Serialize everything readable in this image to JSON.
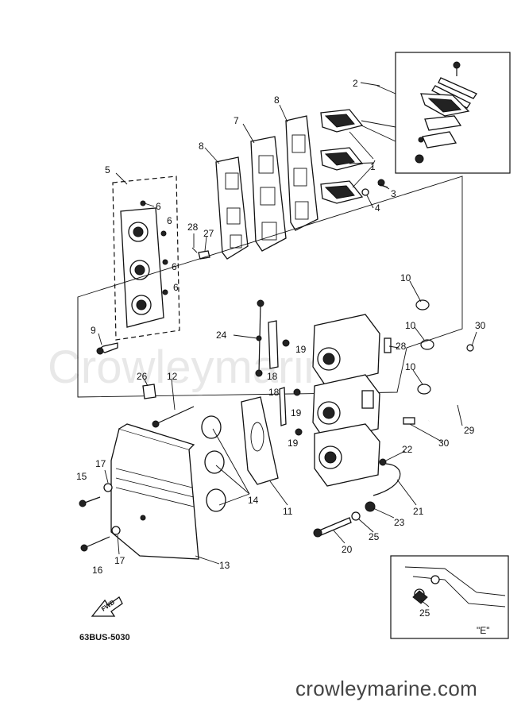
{
  "diagram": {
    "watermark": "Crowleymarine",
    "drawing_code": "63BUS-5030",
    "site": "crowleymarine.com",
    "fwd_label": "FWD",
    "inset_label": "\"E\"",
    "callouts": {
      "c1": "1",
      "c2": "2",
      "c3": "3",
      "c4": "4",
      "c5": "5",
      "c6a": "6",
      "c6b": "6",
      "c6c": "6",
      "c6d": "6",
      "c7": "7",
      "c8a": "8",
      "c8b": "8",
      "c9": "9",
      "c10a": "10",
      "c10b": "10",
      "c10c": "10",
      "c11": "11",
      "c12": "12",
      "c13": "13",
      "c14": "14",
      "c15": "15",
      "c16": "16",
      "c17a": "17",
      "c17b": "17",
      "c18a": "18",
      "c18b": "18",
      "c19a": "19",
      "c19b": "19",
      "c19c": "19",
      "c20": "20",
      "c21": "21",
      "c22": "22",
      "c23": "23",
      "c24": "24",
      "c25a": "25",
      "c25b": "25",
      "c26": "26",
      "c27": "27",
      "c28a": "28",
      "c28b": "28",
      "c29": "29",
      "c30a": "30",
      "c30b": "30"
    }
  }
}
